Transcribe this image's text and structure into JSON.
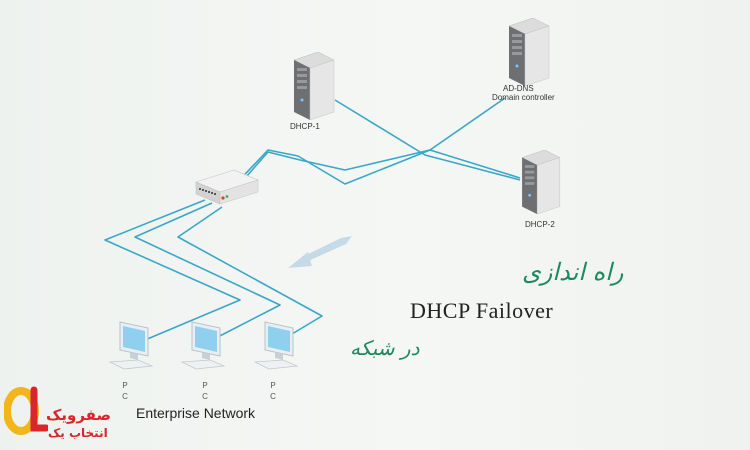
{
  "colors": {
    "cable": "#3aa7c7",
    "title_accent": "#1c8a5a",
    "logo_yellow": "#f2b51c",
    "logo_red": "#d8262b"
  },
  "servers": [
    {
      "id": "dhcp1",
      "label": "DHCP-1"
    },
    {
      "id": "addns",
      "label_line1": "AD-DNS",
      "label_line2": "Domain controller"
    },
    {
      "id": "dhcp2",
      "label": "DHCP-2"
    }
  ],
  "pcs": [
    {
      "line1": "P",
      "line2": "C"
    },
    {
      "line1": "P",
      "line2": "C"
    },
    {
      "line1": "P",
      "line2": "C"
    }
  ],
  "network_label": "Enterprise Network",
  "title": {
    "line1_fa": "راه اندازی",
    "line2_en": "DHCP Failover",
    "line3_fa": "در شبکه"
  },
  "logo": {
    "mark": "OL",
    "name_line1": "صفرویک",
    "name_line2": "انتخاب یک"
  }
}
